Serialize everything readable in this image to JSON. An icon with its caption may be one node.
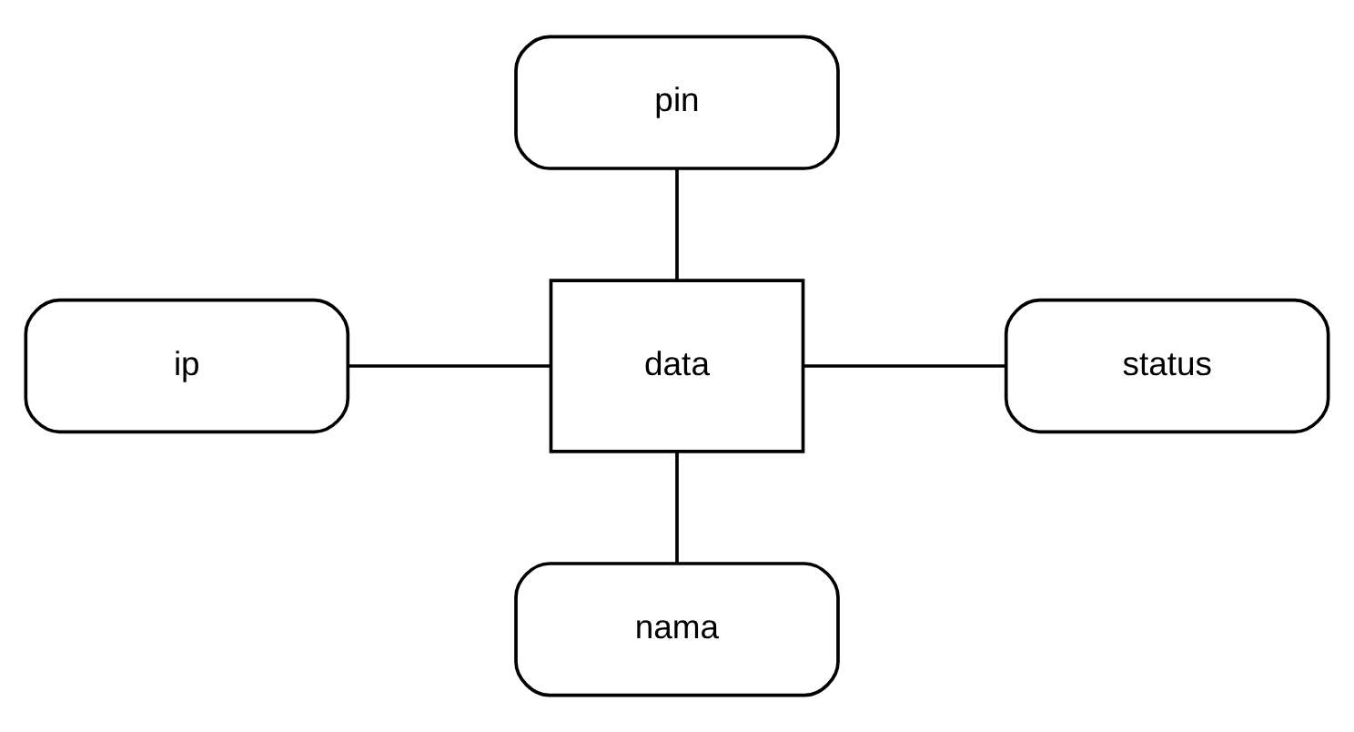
{
  "diagram": {
    "nodes": [
      {
        "text": [
          "pin"
        ]
      },
      {
        "text": [
          "ip"
        ]
      },
      {
        "text": [
          "data"
        ]
      },
      {
        "text": [
          "status"
        ]
      },
      {
        "text": [
          "nama"
        ]
      }
    ],
    "edges": [
      {
        "from": 0,
        "to": 2,
        "arrow": "none"
      },
      {
        "from": 1,
        "to": 2,
        "arrow": "none"
      },
      {
        "from": 2,
        "to": 3,
        "arrow": "none"
      },
      {
        "from": 2,
        "to": 4,
        "arrow": "none"
      }
    ]
  }
}
